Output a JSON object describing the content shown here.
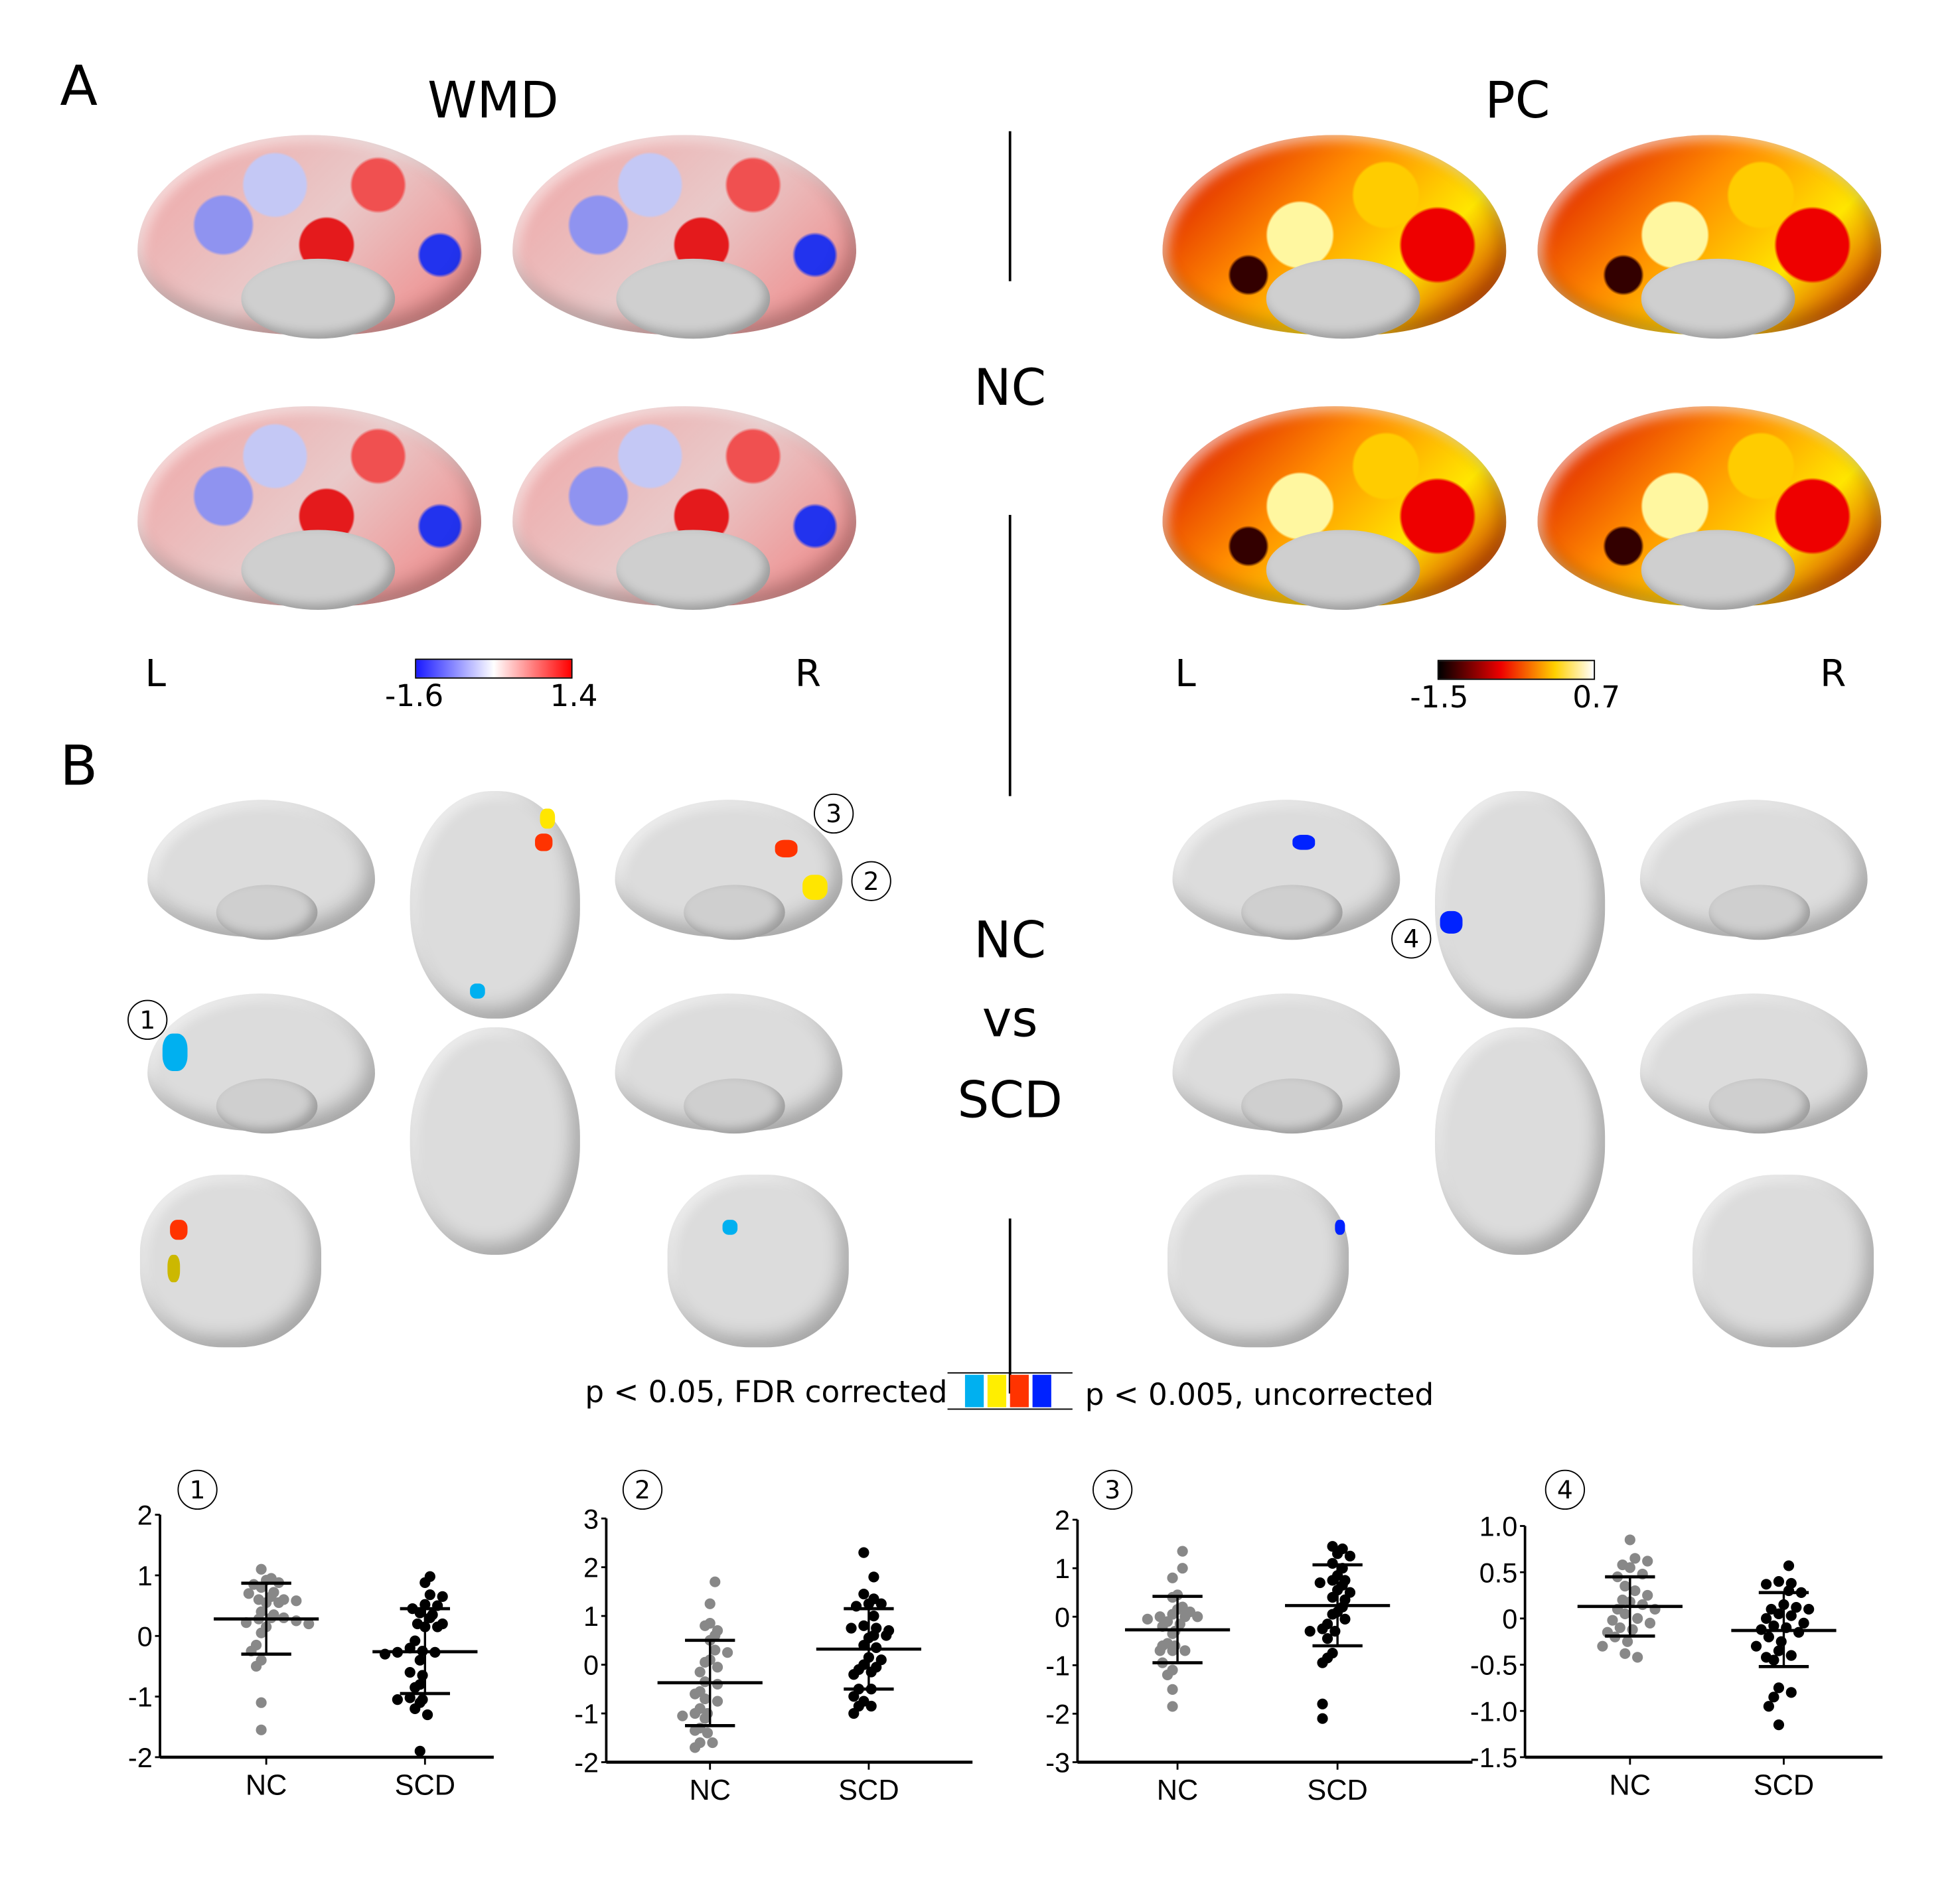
{
  "panel_a": {
    "label": "A",
    "wmd_title": "WMD",
    "pc_title": "PC",
    "group": "NC",
    "left": "L",
    "right": "R",
    "wmd_colorbar": {
      "min": "-1.6",
      "max": "1.4",
      "colors": [
        "#1a1aff",
        "#ffffff",
        "#ff0000"
      ]
    },
    "pc_colorbar": {
      "min": "-1.5",
      "max": "0.7",
      "colors": [
        "#000000",
        "#ff0000",
        "#ffff00",
        "#ffffff"
      ]
    }
  },
  "panel_b": {
    "label": "B",
    "comparison": [
      "NC",
      "vs",
      "SCD"
    ],
    "markers": [
      "1",
      "2",
      "3",
      "4"
    ],
    "legend": {
      "left": "p < 0.05, FDR corrected",
      "right": "p < 0.005, uncorrected",
      "colors": [
        "#00b0f0",
        "#ffee00",
        "#ff3300",
        "#0022ff"
      ]
    }
  },
  "chart_data": [
    {
      "type": "scatter",
      "id": "1",
      "categories": [
        "NC",
        "SCD"
      ],
      "ylim": [
        -2,
        2
      ],
      "yticks": [
        "2",
        "1",
        "0",
        "-1",
        "-2"
      ],
      "ytick_values": [
        2,
        1,
        0,
        -1,
        -2
      ],
      "series": [
        {
          "name": "NC",
          "color": "#888888",
          "mean": 0.28,
          "sd_range": [
            -0.3,
            0.87
          ],
          "values": [
            1.1,
            0.95,
            0.92,
            0.88,
            0.85,
            0.8,
            0.72,
            0.7,
            0.65,
            0.6,
            0.6,
            0.58,
            0.55,
            0.55,
            0.4,
            0.35,
            0.3,
            0.3,
            0.28,
            0.25,
            0.22,
            0.2,
            0.15,
            0.05,
            -0.15,
            -0.25,
            -0.4,
            -0.5,
            -1.1,
            -1.55
          ]
        },
        {
          "name": "SCD",
          "color": "#000000",
          "mean": -0.26,
          "sd_range": [
            -0.95,
            0.45
          ],
          "values": [
            0.98,
            0.88,
            0.68,
            0.65,
            0.52,
            0.5,
            0.45,
            0.38,
            0.35,
            0.3,
            0.2,
            0.2,
            0.15,
            0.15,
            -0.08,
            -0.2,
            -0.25,
            -0.27,
            -0.27,
            -0.3,
            -0.4,
            -0.6,
            -0.65,
            -0.8,
            -0.85,
            -1.02,
            -1.05,
            -1.05,
            -1.1,
            -1.2,
            -1.3,
            -1.9
          ]
        }
      ]
    },
    {
      "type": "scatter",
      "id": "2",
      "categories": [
        "NC",
        "SCD"
      ],
      "ylim": [
        -2,
        3
      ],
      "yticks": [
        "3",
        "2",
        "1",
        "0",
        "-1",
        "-2"
      ],
      "ytick_values": [
        3,
        2,
        1,
        0,
        -1,
        -2
      ],
      "series": [
        {
          "name": "NC",
          "color": "#888888",
          "mean": -0.37,
          "sd_range": [
            -1.25,
            0.5
          ],
          "values": [
            1.7,
            1.25,
            0.85,
            0.8,
            0.7,
            0.6,
            0.5,
            0.3,
            0.25,
            0.05,
            0.1,
            -0.05,
            -0.15,
            -0.35,
            -0.4,
            -0.55,
            -0.6,
            -0.7,
            -0.75,
            -0.9,
            -1.0,
            -1.0,
            -1.05,
            -1.1,
            -1.3,
            -1.35,
            -1.4,
            -1.6,
            -1.6,
            -1.7
          ]
        },
        {
          "name": "SCD",
          "color": "#000000",
          "mean": 0.32,
          "sd_range": [
            -0.5,
            1.15
          ],
          "values": [
            2.3,
            1.8,
            1.45,
            1.35,
            1.25,
            1.25,
            1.2,
            1.0,
            0.8,
            0.75,
            0.75,
            0.7,
            0.6,
            0.6,
            0.55,
            0.4,
            0.35,
            0.15,
            0.1,
            0.0,
            -0.05,
            -0.1,
            -0.15,
            -0.2,
            -0.5,
            -0.5,
            -0.65,
            -0.75,
            -0.85,
            -0.85,
            -1.0
          ]
        }
      ]
    },
    {
      "type": "scatter",
      "id": "3",
      "categories": [
        "NC",
        "SCD"
      ],
      "ylim": [
        -3,
        2
      ],
      "yticks": [
        "2",
        "1",
        "0",
        "-1",
        "-2",
        "-3"
      ],
      "ytick_values": [
        2,
        1,
        0,
        -1,
        -2,
        -3
      ],
      "series": [
        {
          "name": "NC",
          "color": "#888888",
          "mean": -0.27,
          "sd_range": [
            -0.95,
            0.42
          ],
          "values": [
            1.35,
            1.0,
            0.8,
            0.45,
            0.4,
            0.2,
            0.15,
            0.1,
            0.05,
            0.0,
            0.0,
            0.0,
            -0.05,
            -0.1,
            -0.15,
            -0.2,
            -0.3,
            -0.35,
            -0.55,
            -0.6,
            -0.6,
            -0.7,
            -0.7,
            -0.7,
            -0.95,
            -1.1,
            -1.2,
            -1.5,
            -1.85
          ]
        },
        {
          "name": "SCD",
          "color": "#000000",
          "mean": 0.23,
          "sd_range": [
            -0.6,
            1.07
          ],
          "values": [
            1.45,
            1.4,
            1.3,
            1.25,
            1.1,
            1.0,
            0.85,
            0.75,
            0.75,
            0.7,
            0.65,
            0.55,
            0.5,
            0.4,
            0.35,
            0.2,
            0.1,
            0.05,
            -0.05,
            -0.15,
            -0.25,
            -0.3,
            -0.3,
            -0.45,
            -0.75,
            -0.85,
            -0.95,
            -1.8,
            -2.1
          ]
        }
      ]
    },
    {
      "type": "scatter",
      "id": "4",
      "categories": [
        "NC",
        "SCD"
      ],
      "ylim": [
        -1.5,
        1.0
      ],
      "yticks": [
        "1.0",
        "0.5",
        "0",
        "-0.5",
        "-1.0",
        "-1.5"
      ],
      "ytick_values": [
        1.0,
        0.5,
        0,
        -0.5,
        -1.0,
        -1.5
      ],
      "series": [
        {
          "name": "NC",
          "color": "#888888",
          "mean": 0.13,
          "sd_range": [
            -0.19,
            0.45
          ],
          "values": [
            0.85,
            0.65,
            0.62,
            0.58,
            0.55,
            0.48,
            0.45,
            0.35,
            0.3,
            0.25,
            0.2,
            0.18,
            0.15,
            0.1,
            0.1,
            0.05,
            0.0,
            -0.02,
            -0.05,
            -0.1,
            -0.12,
            -0.15,
            -0.2,
            -0.25,
            -0.3,
            -0.38,
            -0.42
          ]
        },
        {
          "name": "SCD",
          "color": "#000000",
          "mean": -0.13,
          "sd_range": [
            -0.52,
            0.28
          ],
          "values": [
            0.57,
            0.4,
            0.38,
            0.37,
            0.3,
            0.28,
            0.15,
            0.12,
            0.1,
            0.1,
            0.05,
            0.03,
            0.0,
            -0.05,
            -0.08,
            -0.1,
            -0.12,
            -0.15,
            -0.2,
            -0.25,
            -0.3,
            -0.35,
            -0.4,
            -0.42,
            -0.45,
            -0.75,
            -0.8,
            -0.85,
            -0.95,
            -1.15
          ]
        }
      ]
    }
  ]
}
